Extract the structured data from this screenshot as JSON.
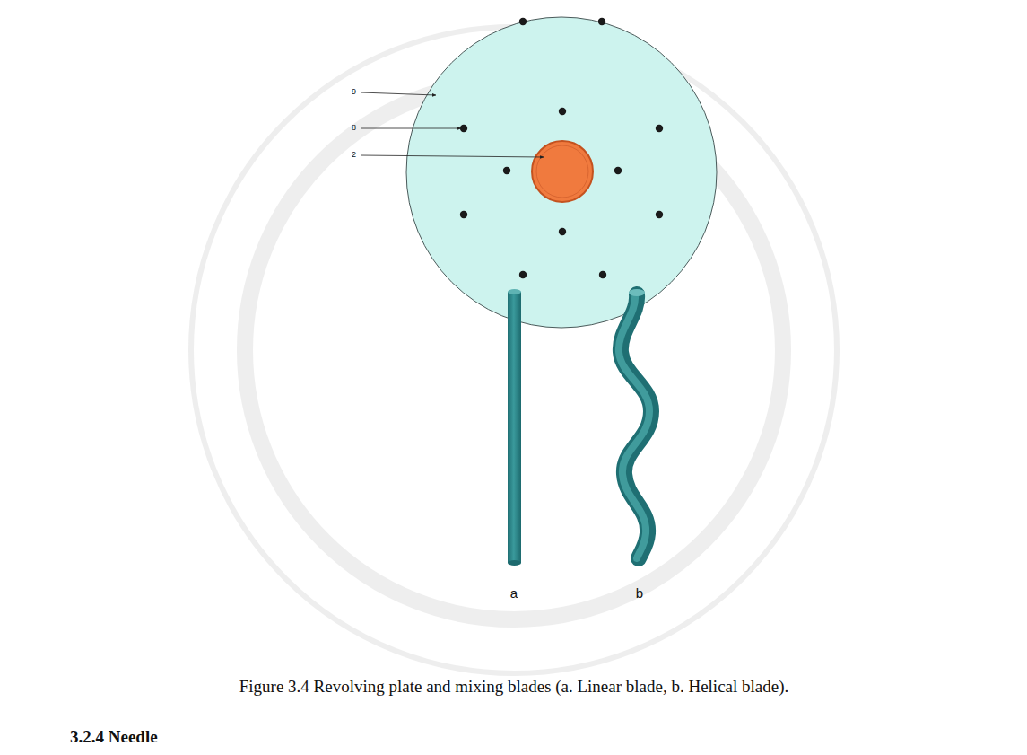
{
  "diagram": {
    "caption": "Figure 3.4 Revolving plate and mixing blades (a. Linear blade, b. Helical blade).",
    "labels": [
      "9",
      "8",
      "2",
      "a",
      "b",
      "3.2.4 Needle"
    ]
  }
}
